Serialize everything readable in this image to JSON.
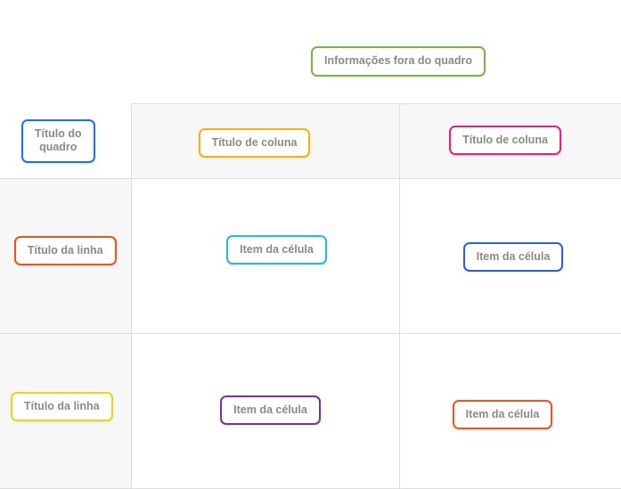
{
  "floating": {
    "label": "Informações fora do quadro",
    "color": "#7cb342"
  },
  "board": {
    "corner": {
      "label": "Título do\nquadro",
      "color": "#1a73e8"
    },
    "column_headers": [
      {
        "label": "Título de coluna",
        "color": "#f5b10d"
      },
      {
        "label": "Título de coluna",
        "color": "#e91e80"
      }
    ],
    "rows": [
      {
        "header": {
          "label": "Título da linha",
          "color": "#f4511e"
        },
        "cells": [
          {
            "label": "Item da célula",
            "color": "#29b6e8"
          },
          {
            "label": "Item da célula",
            "color": "#2a5fe0"
          }
        ]
      },
      {
        "header": {
          "label": "Título da linha",
          "color": "#e8d90d"
        },
        "cells": [
          {
            "label": "Item da célula",
            "color": "#7b2fa0"
          },
          {
            "label": "Item da célula",
            "color": "#f4511e"
          }
        ]
      }
    ]
  },
  "palette": {
    "text": "#8a8a8a",
    "grid_line": "#dddddd",
    "header_bg": "#f7f7f7",
    "cell_bg": "#ffffff",
    "page_bg": "#ffffff"
  }
}
